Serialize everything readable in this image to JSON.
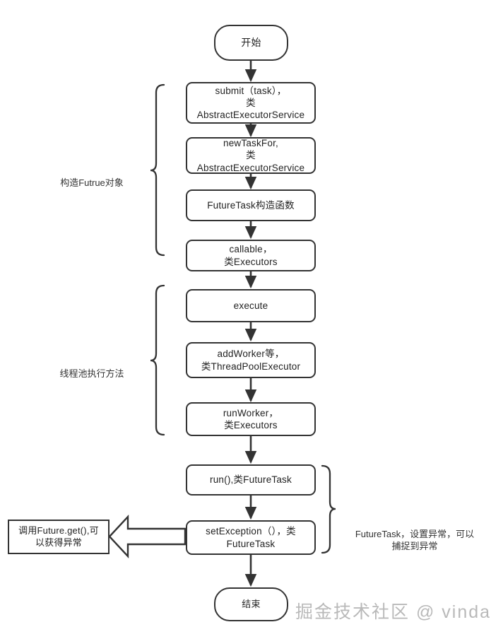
{
  "diagram": {
    "title_watermark": "掘金技术社区 @ vinda",
    "nodes": {
      "start": "开始",
      "submit": "submit（task），\n类\nAbstractExecutorService",
      "new_task_for": "newTaskFor,\n类\nAbstractExecutorService",
      "future_task_ctor": "FutureTask构造函数",
      "callable": "callable，\n类Executors",
      "execute": "execute",
      "add_worker": "addWorker等，\n类ThreadPoolExecutor",
      "run_worker": "runWorker，\n类Executors",
      "run": "run(),类FutureTask",
      "set_exception": "setException（），类\nFutureTask",
      "future_get": "调用Future.get(),可\n以获得异常",
      "end": "结束"
    },
    "group_labels": {
      "construct_future": "构造Futrue对象",
      "pool_execute": "线程池执行方法",
      "future_task_note": "FutureTask，设置异常，可以\n捕捉到异常"
    },
    "colors": {
      "stroke": "#333333",
      "background": "#ffffff",
      "text": "#222222",
      "watermark": "#b9b9b9"
    }
  }
}
